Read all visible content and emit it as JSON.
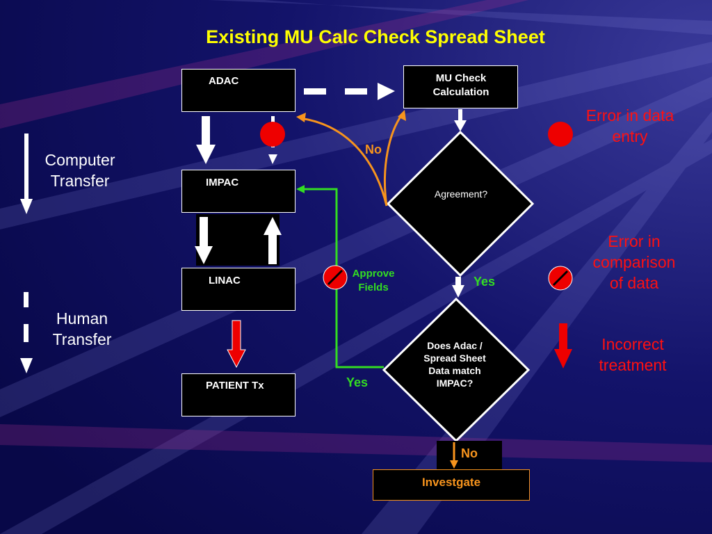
{
  "title": "Existing MU Calc Check Spread Sheet",
  "boxes": {
    "adac": "ADAC",
    "mu_check": "MU Check Calculation",
    "impac": "IMPAC",
    "linac": "LINAC",
    "patient": "PATIENT Tx",
    "investigate": "Investgate"
  },
  "decisions": {
    "agreement": "Agreement?",
    "match": "Does Adac / Spread Sheet Data match IMPAC?"
  },
  "flow_labels": {
    "no_top": "No",
    "yes_mid": "Yes",
    "yes_left": "Yes",
    "no_bottom": "No",
    "approve": "Approve Fields"
  },
  "legend": {
    "computer": "Computer Transfer",
    "human": "Human Transfer"
  },
  "errors": {
    "entry": "Error in data entry",
    "comparison": "Error in comparison of data",
    "treatment": "Incorrect treatment"
  },
  "colors": {
    "title": "#ffff00",
    "orange": "#f7941d",
    "green": "#33dd22",
    "red": "#ee0000",
    "error_text": "#ff1010"
  }
}
